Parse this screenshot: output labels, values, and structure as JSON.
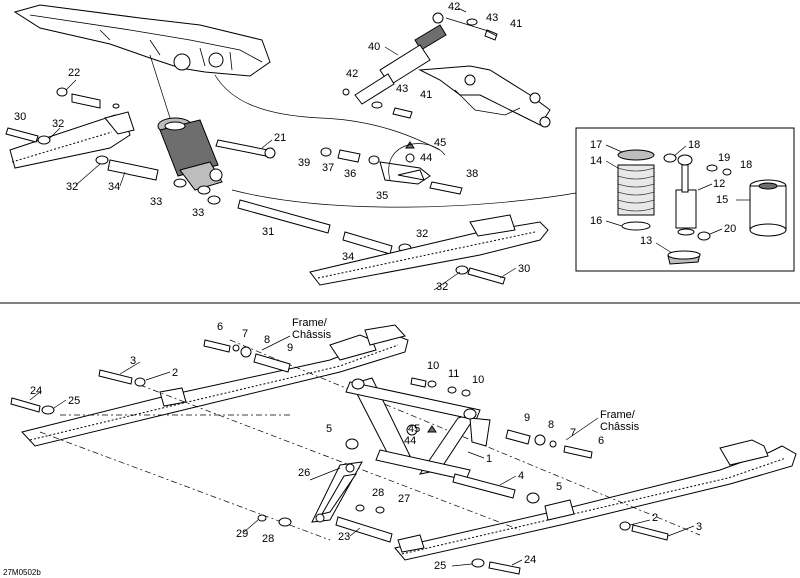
{
  "diagram": {
    "reference_code": "27M0502b",
    "frame_note_top": "Frame/\nChâssis",
    "frame_note_right": "Frame/\nChâssis",
    "upper_callouts": [
      "42",
      "43",
      "41",
      "40",
      "42",
      "43",
      "41",
      "22",
      "30",
      "32",
      "21",
      "45",
      "44",
      "39",
      "37",
      "36",
      "38",
      "35",
      "32",
      "34",
      "33",
      "33",
      "31",
      "32",
      "34",
      "30",
      "32"
    ],
    "inset_callouts": [
      "17",
      "18",
      "19",
      "18",
      "14",
      "12",
      "15",
      "16",
      "20",
      "13"
    ],
    "lower_callouts": [
      "6",
      "7",
      "8",
      "9",
      "3",
      "2",
      "10",
      "11",
      "10",
      "24",
      "25",
      "5",
      "45",
      "44",
      "1",
      "9",
      "8",
      "7",
      "6",
      "4",
      "5",
      "26",
      "28",
      "27",
      "29",
      "28",
      "23",
      "2",
      "3",
      "24",
      "25"
    ]
  }
}
